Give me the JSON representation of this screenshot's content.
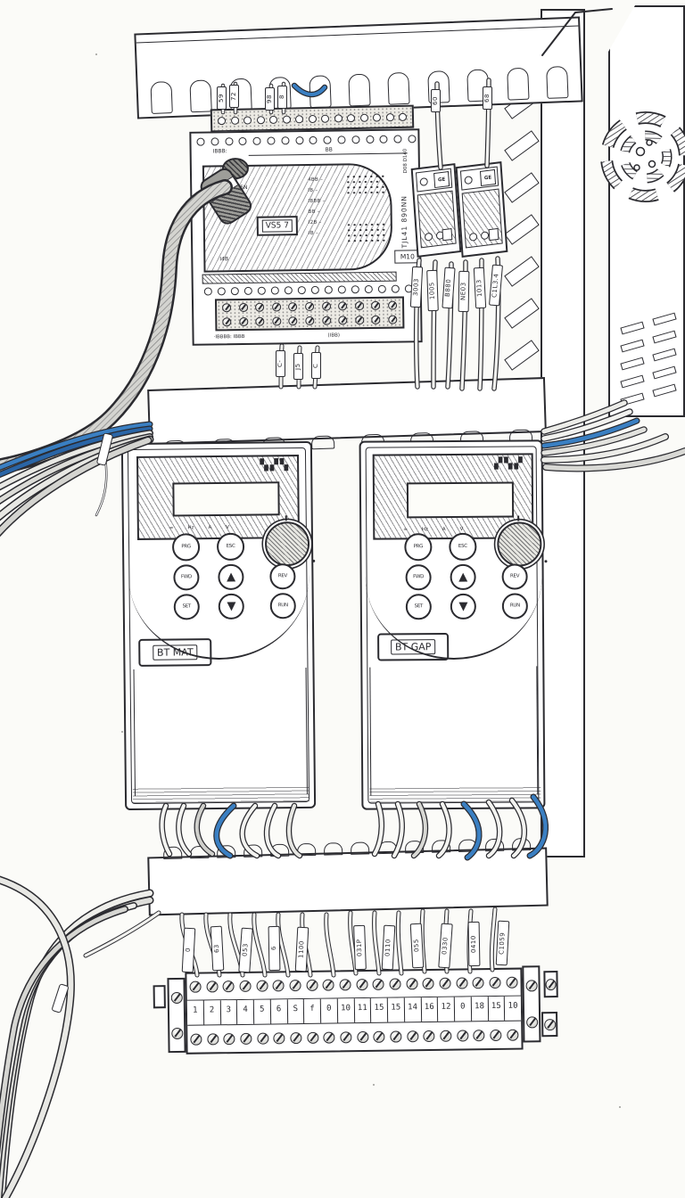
{
  "colors": {
    "ink": "#2b2b30",
    "wire_blue": "#3a7fc2",
    "wire_blue_dark": "#2a65a6",
    "wire_white": "#f2f2ef",
    "shade_gray": "#d6d6d2",
    "paper": "#fbfbf8"
  },
  "plc": {
    "model_label": "VS5 7",
    "side_text": "TJL41 890NN",
    "io_text": "D08 D140",
    "corner_tag": "M10",
    "serial_text": "5N",
    "foot_text": "I4B",
    "top_note": "IBBB:",
    "top_dim_label": "BB",
    "bottom_note": "·IBBBB:  IBBB",
    "bottom_dim_label": "(IBB)",
    "status_rows": [
      "4BB –",
      "IB –",
      "IBBB –",
      "BB –",
      "I2B –",
      "IB –"
    ],
    "top_wire_labels": [
      "59",
      "72",
      "98",
      "8"
    ],
    "bottom_wire_labels": [
      "C-",
      "J5",
      "C"
    ]
  },
  "breakers": {
    "logo": "GE",
    "top_wire_labels": [
      "60",
      "68"
    ],
    "bottom_wire_labels": [
      "3003",
      "1005",
      "B880",
      "NE03",
      "1013",
      "C1L3.4"
    ]
  },
  "vfds": [
    {
      "name": "BT MAT",
      "logo_mark": "▚▞▚",
      "indicators": [
        "≈",
        "Hz",
        "A",
        "V"
      ],
      "buttons": [
        "PRG",
        "ESC",
        "FWD",
        "▲",
        "REV",
        "SET",
        "▼",
        "RUN"
      ]
    },
    {
      "name": "BT GAP",
      "logo_mark": "▞▚▞",
      "indicators": [
        "≈",
        "Hz",
        "A",
        "V"
      ],
      "buttons": [
        "PRG",
        "ESC",
        "FWD",
        "▲",
        "REV",
        "SET",
        "▼",
        "RUN"
      ]
    }
  ],
  "terminals": {
    "numbers": [
      "1",
      "2",
      "3",
      "4",
      "5",
      "6",
      "S",
      "f",
      "0",
      "10",
      "11",
      "15",
      "15",
      "14",
      "16",
      "12",
      "0",
      "18",
      "15",
      "10"
    ]
  },
  "bottom_wire_labels": [
    "0",
    "63",
    "053",
    "6",
    "1100",
    "031P",
    "0110",
    "055",
    "0330",
    "0410",
    "C1059"
  ]
}
